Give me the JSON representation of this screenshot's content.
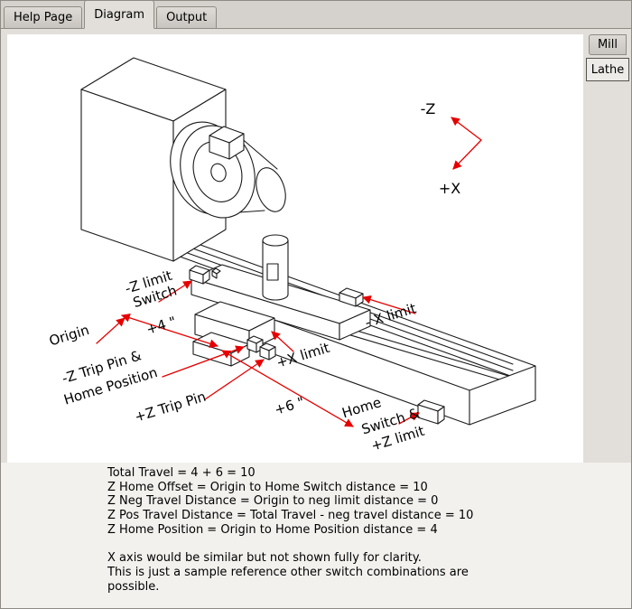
{
  "tabs": [
    {
      "label": "Help Page"
    },
    {
      "label": "Diagram"
    },
    {
      "label": "Output"
    }
  ],
  "machine_tabs": [
    {
      "label": "Mill"
    },
    {
      "label": "Lathe"
    }
  ],
  "diagram": {
    "accent": "#e60000",
    "axis": {
      "neg_z": "-Z",
      "pos_x": "+X"
    },
    "labels": {
      "z_limit_1": "-Z limit",
      "z_limit_2": "Switch",
      "origin": "Origin",
      "dim4": "+4 \"",
      "trip_home_1": "-Z Trip Pin &",
      "trip_home_2": "Home Position",
      "pos_z_trip": "+Z Trip Pin",
      "pos_x_limit": "+X limit",
      "neg_x_limit": "- X limit",
      "dim6": "+6 \"",
      "home_1": "Home",
      "home_2": "Switch &",
      "home_3": "+Z limit"
    }
  },
  "notes": {
    "lines": [
      "Total Travel = 4 + 6 = 10",
      "Z Home Offset = Origin to Home Switch distance = 10",
      "Z Neg Travel Distance = Origin to neg limit distance = 0",
      "Z Pos Travel Distance = Total Travel - neg travel distance = 10",
      "Z Home Position = Origin to Home Position distance = 4",
      "",
      "X axis would be similar but not shown fully for clarity.",
      "This is just a sample reference other switch combinations are",
      "possible."
    ]
  }
}
